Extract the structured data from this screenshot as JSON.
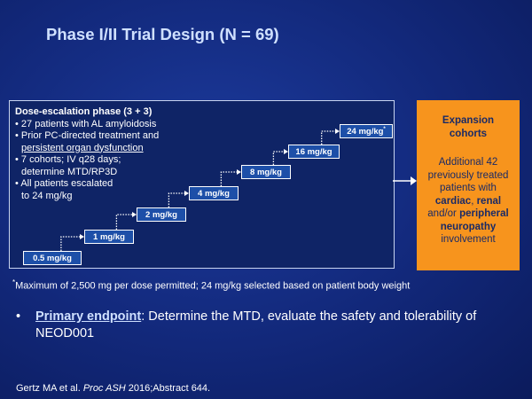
{
  "title": "Phase I/II Trial Design (N = 69)",
  "design": {
    "heading": "Dose-escalation phase (3 + 3)",
    "bullets": [
      {
        "text": "27 patients with AL amyloidosis"
      },
      {
        "text_a": "Prior PC-directed treatment and",
        "text_b": "persistent organ dysfunction"
      },
      {
        "text_a": "7 cohorts; IV q28 days;",
        "text_b": "determine MTD/RP3D"
      },
      {
        "text_a": "All patients escalated",
        "text_b": "to 24 mg/kg"
      }
    ]
  },
  "doses": [
    {
      "label": "0.5 mg/kg",
      "marker": ""
    },
    {
      "label": "1 mg/kg",
      "marker": ""
    },
    {
      "label": "2 mg/kg",
      "marker": ""
    },
    {
      "label": "4 mg/kg",
      "marker": ""
    },
    {
      "label": "8 mg/kg",
      "marker": ""
    },
    {
      "label": "16 mg/kg",
      "marker": ""
    },
    {
      "label": "24 mg/kg",
      "marker": "*"
    }
  ],
  "expansion": {
    "title_line1": "Expansion",
    "title_line2": "cohorts",
    "body_pre": "Additional 42 previously treated patients with",
    "kw1": "cardiac",
    "sep1": ", ",
    "kw2": "renal",
    "mid": " and/or ",
    "kw3": "peripheral neuropathy",
    "body_post": " involvement"
  },
  "footnote": {
    "marker": "*",
    "text": "Maximum of 2,500 mg per dose permitted; 24 mg/kg selected based on patient body weight"
  },
  "endpoint": {
    "bullet": "•",
    "label": "Primary endpoint",
    "text": ": Determine the MTD, evaluate the safety and tolerability of NEOD001"
  },
  "citation": {
    "authors": "Gertz MA et al. ",
    "journal": "Proc ASH",
    "rest": " 2016;Abstract 644."
  },
  "colors": {
    "background": "#12287a",
    "panel": "#0f2466",
    "dose_box": "#1d4fa8",
    "expansion": "#f7941d",
    "title": "#cfe0ff"
  }
}
